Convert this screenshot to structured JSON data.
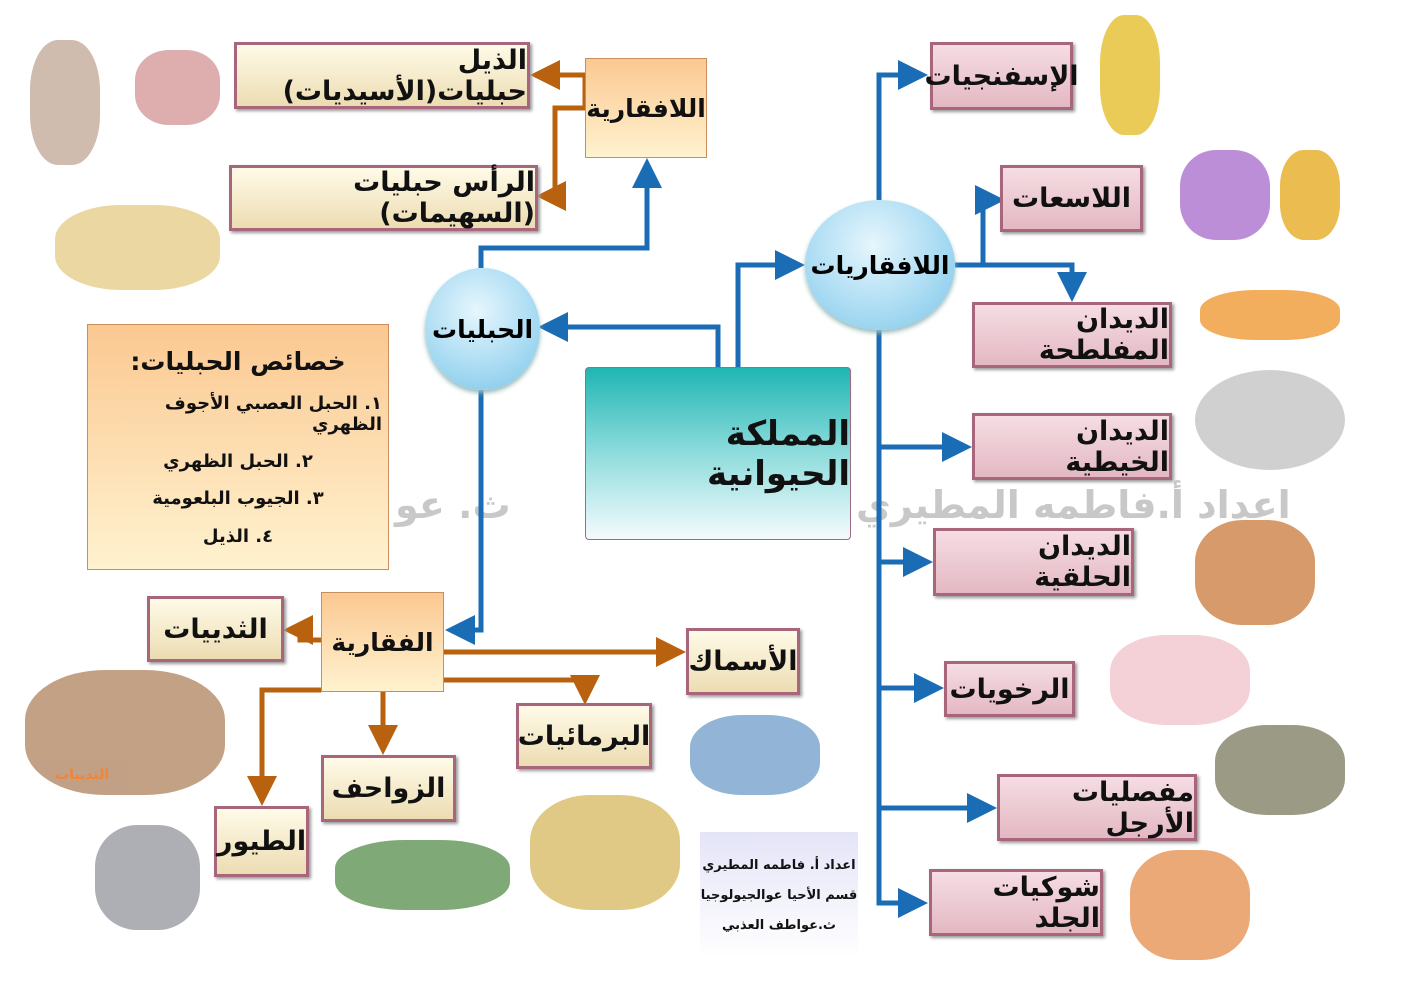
{
  "watermark": {
    "right": "اعداد أ.فاطمه المطيري",
    "left": "ث. عو"
  },
  "root": "المملكة الحيوانية",
  "invertebrates": {
    "title": "اللافقاريات",
    "groups": [
      "الإسفنجيات",
      "اللاسعات",
      "الديدان المفلطحة",
      "الديدان الخيطية",
      "الديدان الحلقية",
      "الرخويات",
      "مفصليات الأرجل",
      "شوكيات الجلد"
    ]
  },
  "chordates": {
    "title": "الحبليات",
    "invertebrate_chordates": {
      "title": "اللافقارية",
      "items": [
        "الذيل حبليات(الأسيديات)",
        "الرأس حبليات (السهيمات)"
      ]
    },
    "vertebrates": {
      "title": "الفقارية",
      "items": [
        "الثدييات",
        "الأسماك",
        "البرمائيات",
        "الزواحف",
        "الطيور"
      ]
    }
  },
  "characteristics": {
    "title": "خصائص الحبليات:",
    "items": [
      "١. الحبل العصبي الأجوف الظهري",
      "٢. الحبل الظهري",
      "٣. الجيوب البلعومية",
      "٤. الذيل"
    ]
  },
  "mammals_image_label": "الثدييات",
  "credits": [
    "اعداد أ. فاطمه المطيري",
    "قسم الأحيا عوالجيولوجيا",
    "ث.عواطف العذبي"
  ],
  "colors": {
    "blue": "#1a6db5",
    "orange": "#b8620f"
  }
}
